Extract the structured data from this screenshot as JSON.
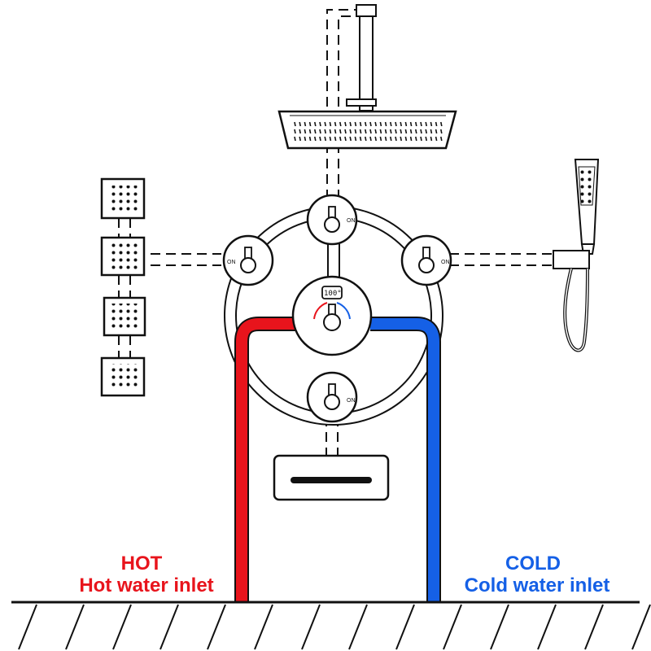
{
  "labels": {
    "hot_title": "HOT",
    "hot_sub": "Hot water inlet",
    "cold_title": "COLD",
    "cold_sub": "Cold water inlet",
    "valve_on": "ON",
    "display_temp": "100°"
  },
  "colors": {
    "hot": "#e8141c",
    "cold": "#1560e6",
    "outline": "#111111"
  },
  "components": {
    "body_jets": 4,
    "diverter_valves": 4,
    "rain_shower_head": 1,
    "hand_shower": 1,
    "tub_spout": 1,
    "thermostatic_mixer": 1
  }
}
